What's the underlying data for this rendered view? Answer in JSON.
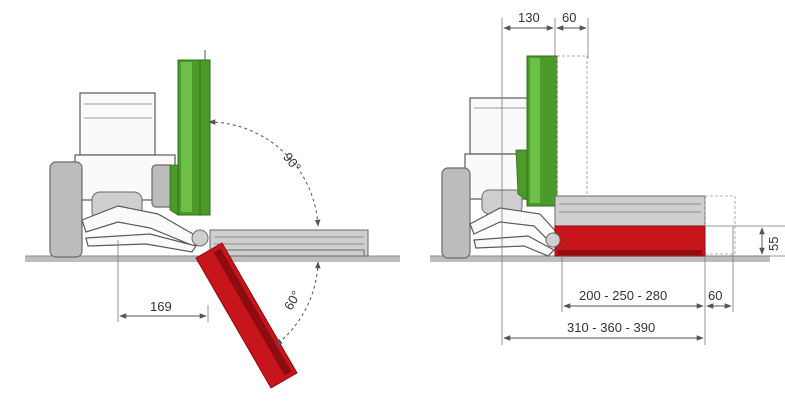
{
  "colors": {
    "deck_green": "#4c9a2a",
    "deck_green_light": "#6cc04a",
    "deck_red": "#c8141b",
    "deck_red_dark": "#8c0c10",
    "ground": "#bdbdbd",
    "dimension_line": "#555555"
  },
  "left_view": {
    "angle_up": "90°",
    "angle_down": "60°",
    "reach_offset": "169"
  },
  "right_view": {
    "top_offset_a": "130",
    "top_offset_b": "60",
    "height": "55",
    "working_widths": "200 - 250 - 280",
    "extra_overhang": "60",
    "total_widths": "310 - 360 - 390"
  }
}
